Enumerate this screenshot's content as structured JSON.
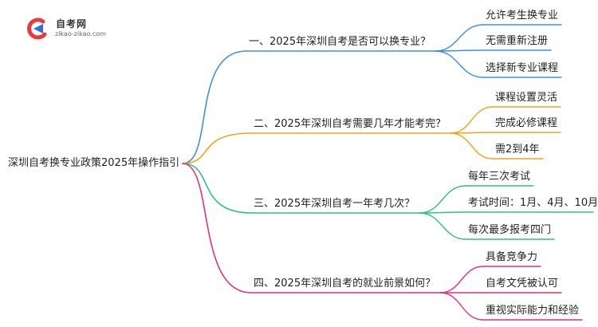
{
  "brand": {
    "title": "自考网",
    "url": "zikao-zikao.com",
    "colors": {
      "red": "#e83a3a",
      "blue": "#2f6fd6"
    }
  },
  "root": {
    "label": "深圳自考换专业政策2025年操作指引"
  },
  "branches": [
    {
      "label": "一、2025年深圳自考是否可以换专业？",
      "color": "#3e8fe0",
      "children": [
        "允许考生换专业",
        "无需重新注册",
        "选择新专业课程"
      ]
    },
    {
      "label": "二、2025年深圳自考需要几年才能考完？",
      "color": "#f1a51b",
      "children": [
        "课程设置灵活",
        "完成必修课程",
        "需2到4年"
      ]
    },
    {
      "label": "三、2025年深圳自考一年考几次？",
      "color": "#2ec27e",
      "children": [
        "每年三次考试",
        "考试时间：1月、4月、10月",
        "每次最多报考四门"
      ]
    },
    {
      "label": "四、2025年深圳自考的就业前景如何？",
      "color": "#e2317d",
      "children": [
        "具备竞争力",
        "自考文凭被认可",
        "重视实际能力和经验"
      ]
    }
  ]
}
